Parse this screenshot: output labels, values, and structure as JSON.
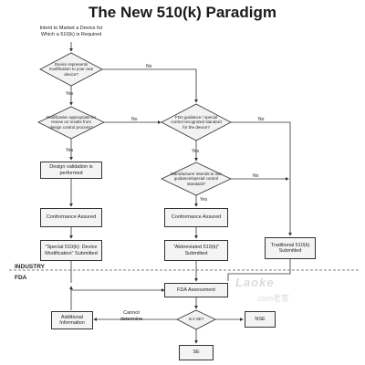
{
  "title": "The New 510(k) Paradigm",
  "start": "Intent to Market a Device for Which a 510(k) is Required",
  "d1": "Device represents modification to your own device?",
  "d2": "Modification appropriate for review on results from design control process?",
  "d3": "FDA guidance / special control recognized standard for the device?",
  "d4": "Manufacturer intends to use guidance/special control standard?",
  "box_design": "Design validation is performed",
  "box_conf1": "Conformance Assured",
  "box_conf2": "Conformance Assured",
  "box_special": "\"Special 510(k): Device Modification\" Submitted",
  "box_abbrev": "\"Abbreviated 510(k)\" Submitted",
  "box_trad": "Traditional 510(k) Submitted",
  "box_addl": "Additional Information",
  "box_fda": "FDA Assessment",
  "d5": "Is it SE?",
  "box_nse": "NSE",
  "box_se": "SE",
  "cannot": "Cannot determine",
  "yes": "Yes",
  "no": "No",
  "industry": "INDUSTRY",
  "fda": "FDA",
  "watermark": "Laoke",
  "watermark2": "com老客"
}
